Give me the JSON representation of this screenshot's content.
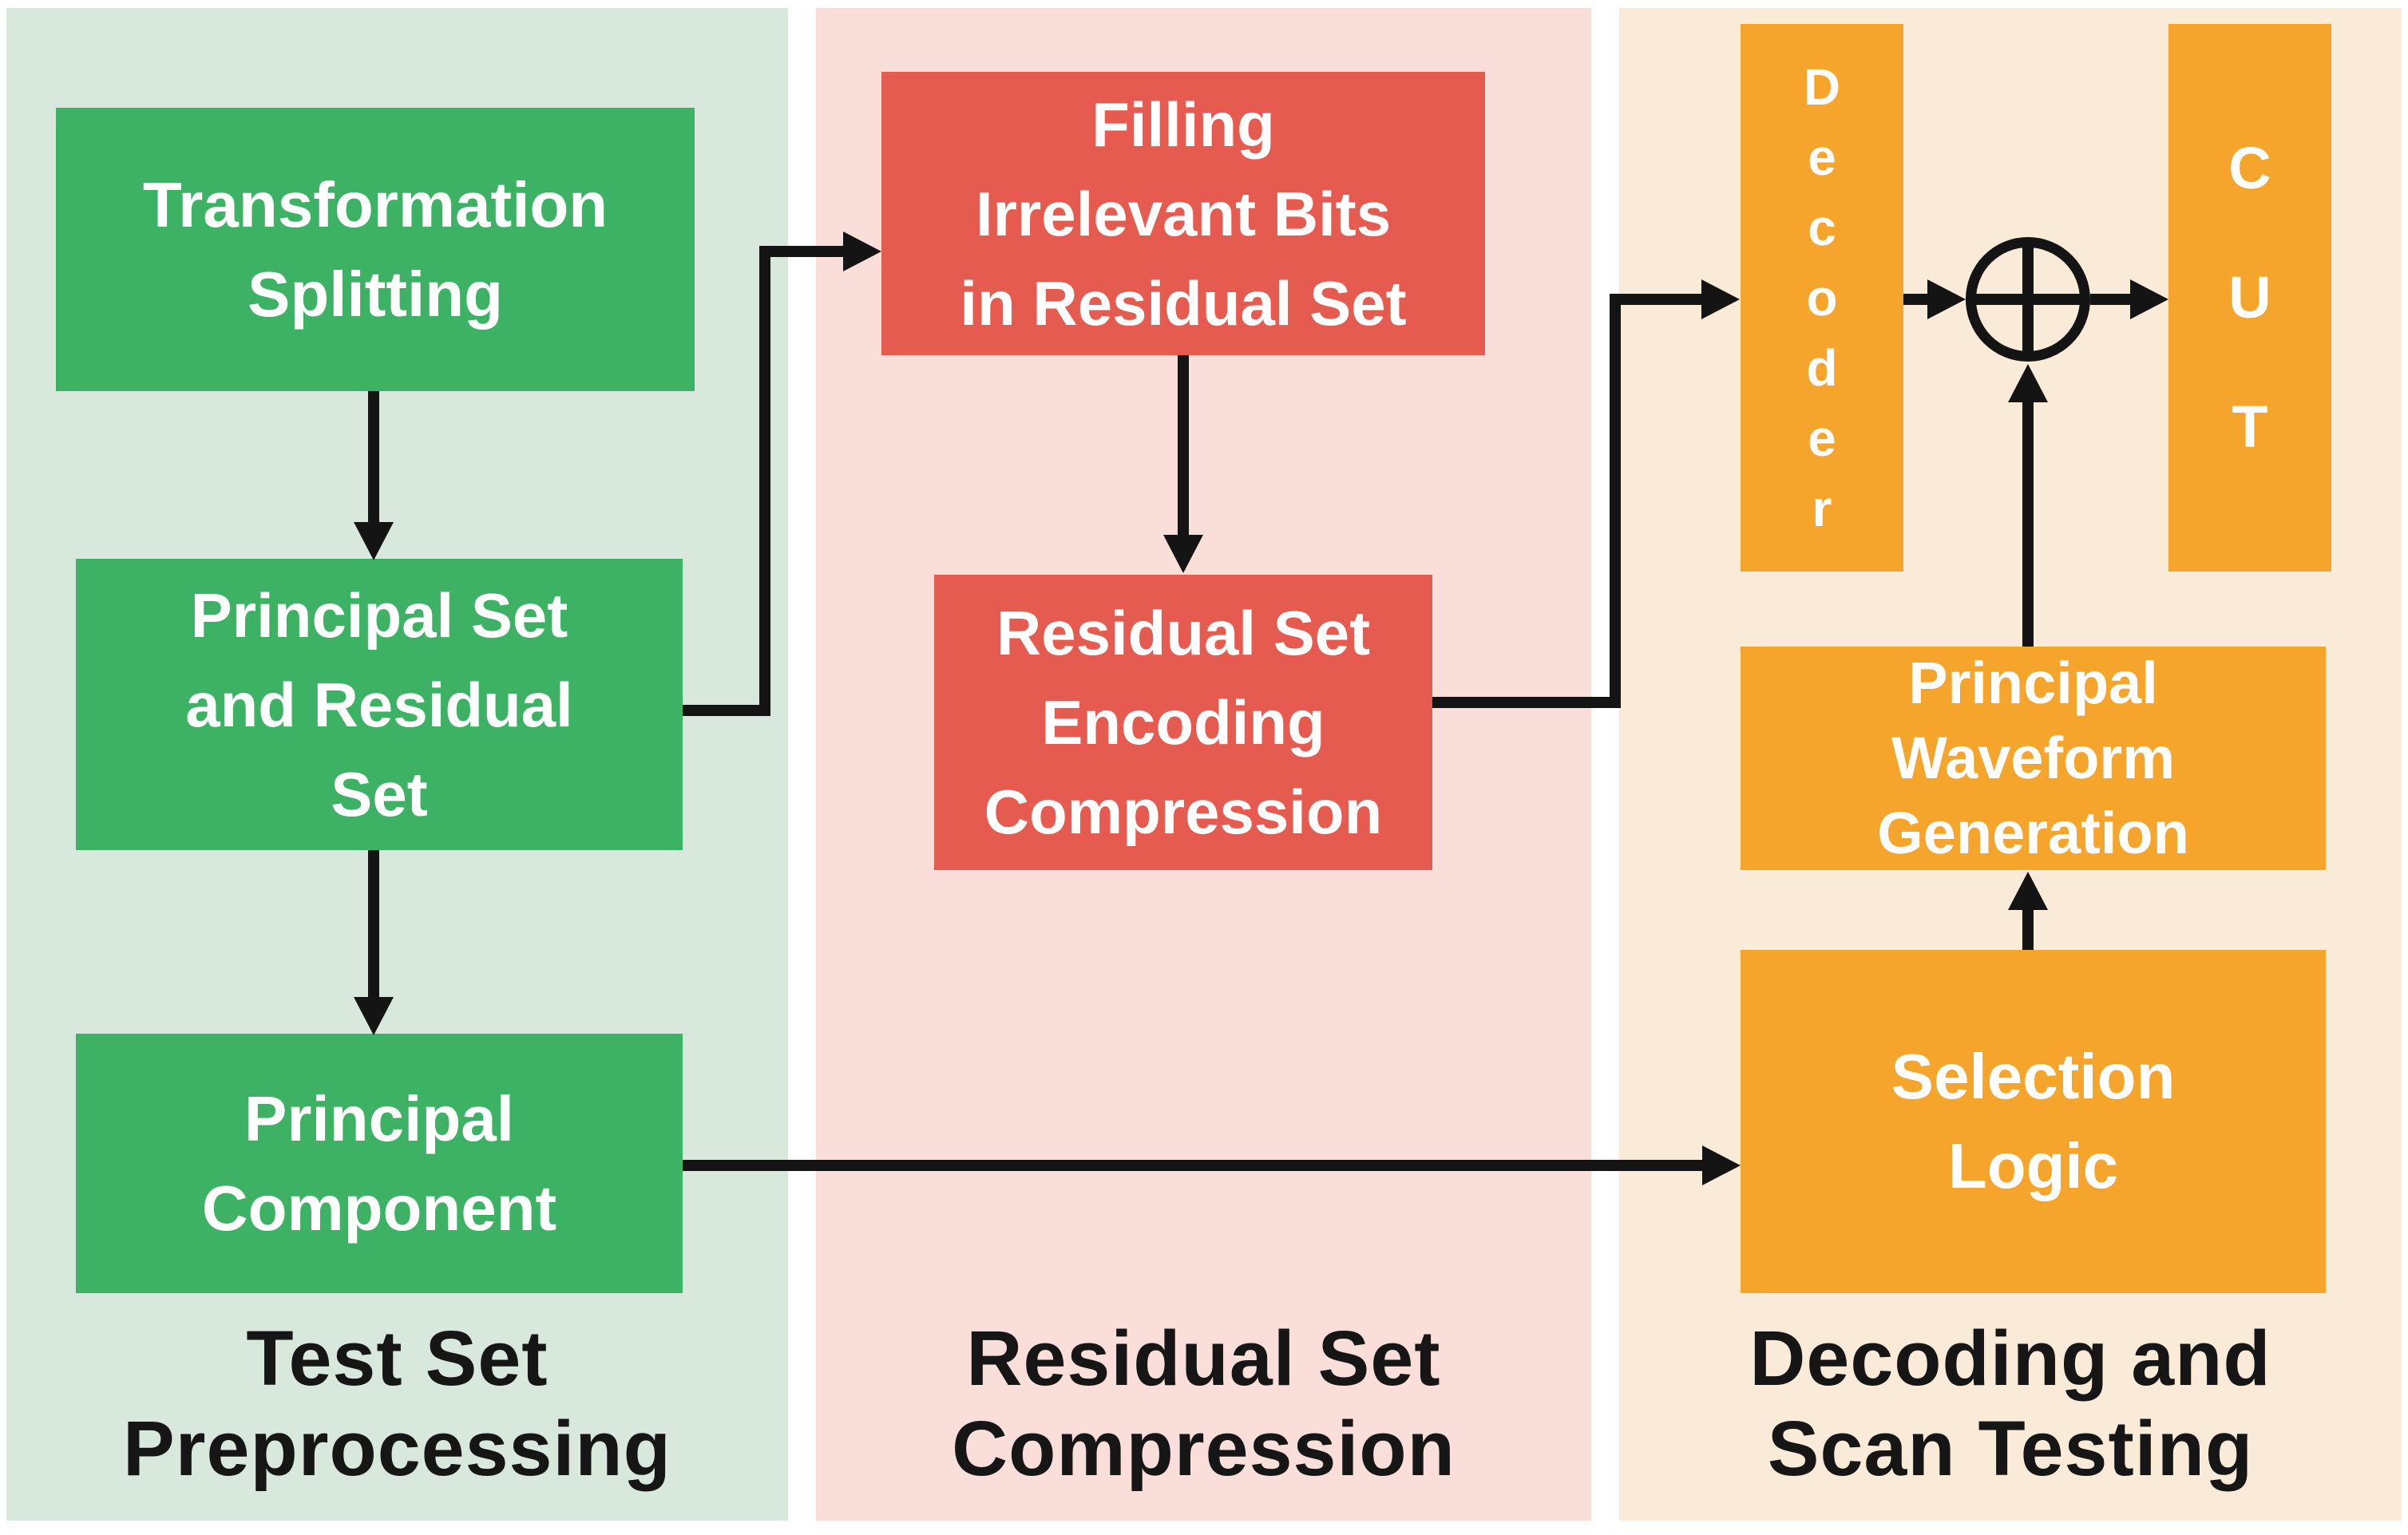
{
  "diagram": {
    "panels": [
      {
        "name": "test-set-preprocessing",
        "caption": [
          "Test Set",
          "Preprocessing"
        ],
        "boxes": [
          {
            "lines": [
              "Transformation",
              "Splitting"
            ]
          },
          {
            "lines": [
              "Principal Set",
              "and Residual",
              "Set"
            ]
          },
          {
            "lines": [
              "Principal",
              "Component"
            ]
          }
        ]
      },
      {
        "name": "residual-set-compression",
        "caption": [
          "Residual Set",
          "Compression"
        ],
        "boxes": [
          {
            "lines": [
              "Filling",
              "Irrelevant Bits",
              "in Residual Set"
            ]
          },
          {
            "lines": [
              "Residual Set",
              "Encoding",
              "Compression"
            ]
          }
        ]
      },
      {
        "name": "decoding-and-scan-testing",
        "caption": [
          "Decoding and",
          "Scan Testing"
        ],
        "boxes": [
          {
            "lines": [
              "D",
              "e",
              "c",
              "o",
              "d",
              "e",
              "r"
            ],
            "orientation": "vertical"
          },
          {
            "lines": [
              "C",
              "U",
              "T"
            ],
            "orientation": "vertical"
          },
          {
            "lines": [
              "Principal",
              "Waveform",
              "Generation"
            ]
          },
          {
            "lines": [
              "Selection",
              "Logic"
            ]
          }
        ]
      }
    ],
    "xor_node": {
      "symbol": "xor-plus-in-circle"
    },
    "colors": {
      "panel_green_bg": "#D9E8DD",
      "panel_pink_bg": "#FADEDA",
      "panel_cream_bg": "#FAEBD8",
      "box_green": "#3EB264",
      "box_red": "#E65B50",
      "box_orange": "#F5A42C",
      "arrow_black": "#141414",
      "box_text_white": "#FFFFFF",
      "caption_text": "#161616",
      "page_bg": "#FFFFFF"
    }
  }
}
